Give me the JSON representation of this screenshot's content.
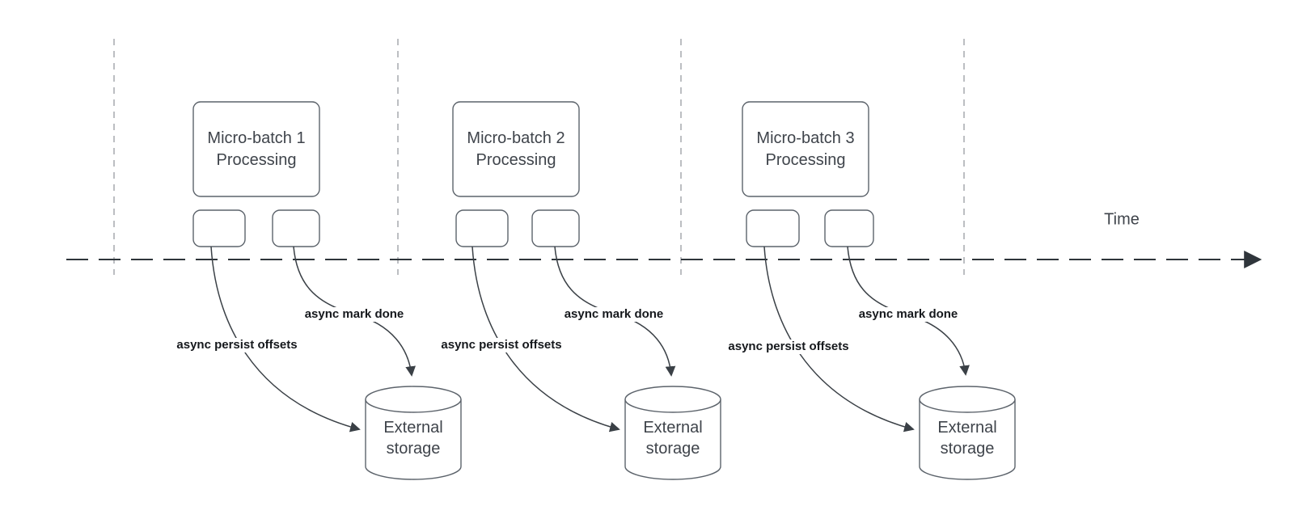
{
  "diagram": {
    "time_axis": {
      "label": "Time"
    },
    "batches": [
      {
        "title_line1": "Micro-batch 1",
        "title_line2": "Processing",
        "persist_label": "async persist offsets",
        "done_label": "async mark done",
        "storage_line1": "External",
        "storage_line2": "storage"
      },
      {
        "title_line1": "Micro-batch 2",
        "title_line2": "Processing",
        "persist_label": "async persist offsets",
        "done_label": "async mark done",
        "storage_line1": "External",
        "storage_line2": "storage"
      },
      {
        "title_line1": "Micro-batch 3",
        "title_line2": "Processing",
        "persist_label": "async persist offsets",
        "done_label": "async mark done",
        "storage_line1": "External",
        "storage_line2": "storage"
      }
    ],
    "colors": {
      "background": "#ffffff",
      "shape_stroke": "#5c636b",
      "edge_stroke": "#3a4046",
      "timeline_stroke": "#2f353b",
      "guide_stroke": "#a6a9ad",
      "text": "#3f444b",
      "edge_label_text": "#15181c"
    }
  }
}
